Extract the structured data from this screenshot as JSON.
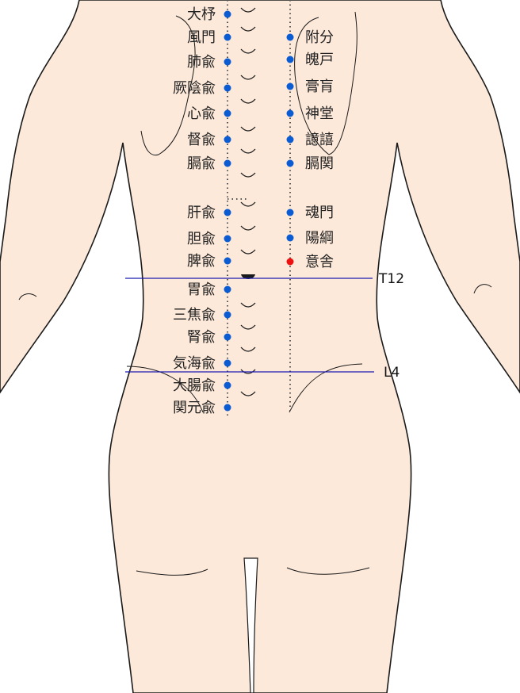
{
  "colors": {
    "skin": "#fde9da",
    "outline": "#1a1a1a",
    "point": "#0b5bd3",
    "highlight": "#ee1111",
    "level_line": "#1c1cb0"
  },
  "inner_line_points": [
    {
      "name": "大杼"
    },
    {
      "name": "風門"
    },
    {
      "name": "肺兪"
    },
    {
      "name": "厥陰兪"
    },
    {
      "name": "心兪"
    },
    {
      "name": "督兪"
    },
    {
      "name": "膈兪"
    },
    {
      "name": "肝兪"
    },
    {
      "name": "胆兪"
    },
    {
      "name": "脾兪"
    },
    {
      "name": "胃兪"
    },
    {
      "name": "三焦兪"
    },
    {
      "name": "腎兪"
    },
    {
      "name": "気海兪"
    },
    {
      "name": "大腸兪"
    },
    {
      "name": "関元兪"
    }
  ],
  "outer_line_points": [
    {
      "name": "附分"
    },
    {
      "name": "魄戸"
    },
    {
      "name": "膏肓"
    },
    {
      "name": "神堂"
    },
    {
      "name": "譩譆"
    },
    {
      "name": "膈関"
    },
    {
      "name": "魂門"
    },
    {
      "name": "陽綱"
    },
    {
      "name": "意舎",
      "highlighted": true
    }
  ],
  "levels": [
    {
      "label": "T12"
    },
    {
      "label": "L4"
    }
  ]
}
